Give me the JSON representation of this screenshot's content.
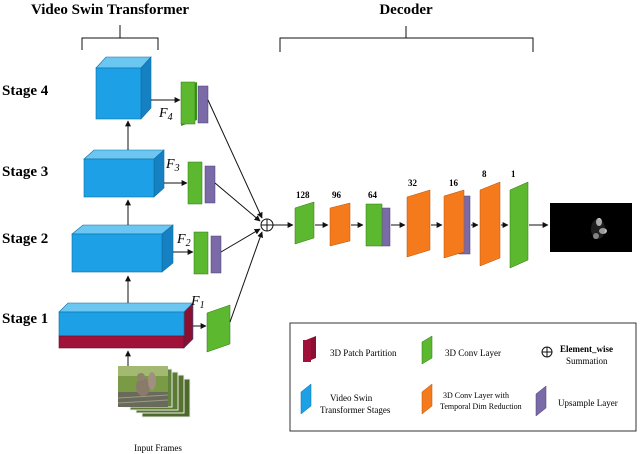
{
  "encoder_title": "Video Swin Transformer",
  "decoder_title": "Decoder",
  "stages": [
    {
      "label": "Stage 4",
      "feature": "F",
      "sub": "4"
    },
    {
      "label": "Stage 3",
      "feature": "F",
      "sub": "3"
    },
    {
      "label": "Stage 2",
      "feature": "F",
      "sub": "2"
    },
    {
      "label": "Stage 1",
      "feature": "F",
      "sub": "1"
    }
  ],
  "input_label": "Input Frames",
  "channels": [
    "128",
    "96",
    "64",
    "32",
    "16",
    "8",
    "1"
  ],
  "legend": {
    "patch_partition": "3D Patch Partition",
    "conv_layer": "3D Conv Layer",
    "element_wise_1": "Element_wise",
    "element_wise_2": "Summation",
    "swin_stages_1": "Video Swin",
    "swin_stages_2": "Transformer Stages",
    "conv_temporal_1": "3D Conv Layer with",
    "conv_temporal_2": "Temporal Dim Reduction",
    "upsample": "Upsample Layer"
  },
  "colors": {
    "swin_blue": "#1ea0e6",
    "patch_red": "#a0123a",
    "conv_green": "#5cb82e",
    "temporal_orange": "#f57a1c",
    "upsample_purple": "#7a6aa8"
  }
}
